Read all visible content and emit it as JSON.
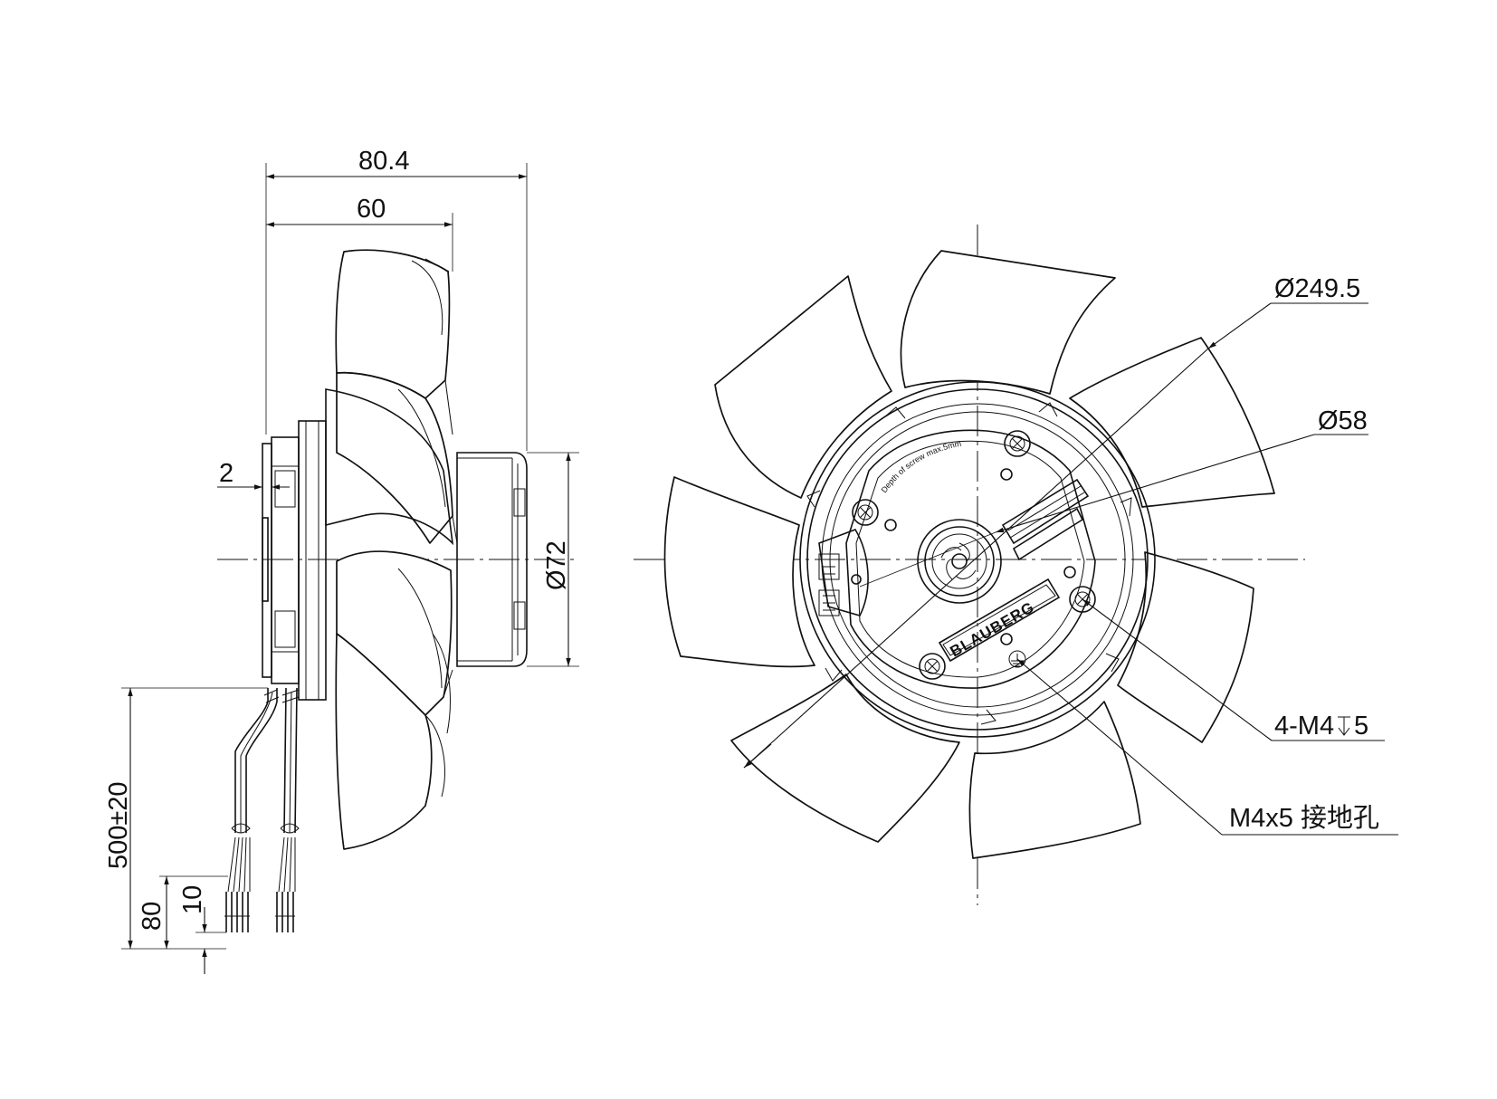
{
  "side_view": {
    "overall_depth_label": "80.4",
    "blade_depth_label": "60",
    "flange_thickness_label": "2",
    "motor_diameter_label": "Ø72",
    "cable_length_label": "500±20",
    "strip_length_label": "80",
    "conductor_strip_label": "10"
  },
  "front_view": {
    "impeller_diameter_label": "Ø249.5",
    "hub_diameter_label": "Ø58",
    "mounting_holes_label": "4-M4",
    "mounting_depth_label": "5",
    "ground_hole_label": "M4x5 接地孔",
    "brand_text": "BLAUBERG",
    "screw_note_text": "Depth of screw max.5mm"
  }
}
